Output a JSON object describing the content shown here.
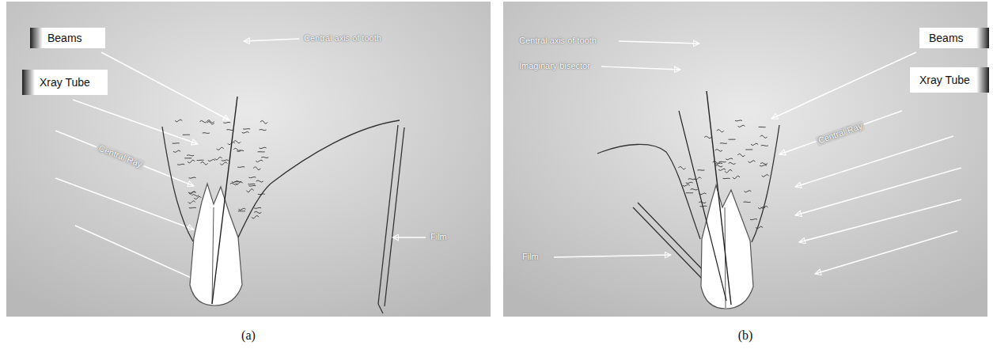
{
  "diagram": {
    "nodes": [
      {
        "text": [
          "Beams"
        ]
      },
      {
        "text": [
          "Xray Tube"
        ]
      },
      {
        "text": [
          "Beams"
        ]
      },
      {
        "text": [
          "Xray Tube"
        ]
      }
    ],
    "labels": [
      "Central axis of tooth",
      "Central Ray",
      "Film",
      "Central axis of tooth",
      "Imaginary bisector",
      "Central Ray",
      "Film",
      "(a)",
      "(b)"
    ]
  }
}
